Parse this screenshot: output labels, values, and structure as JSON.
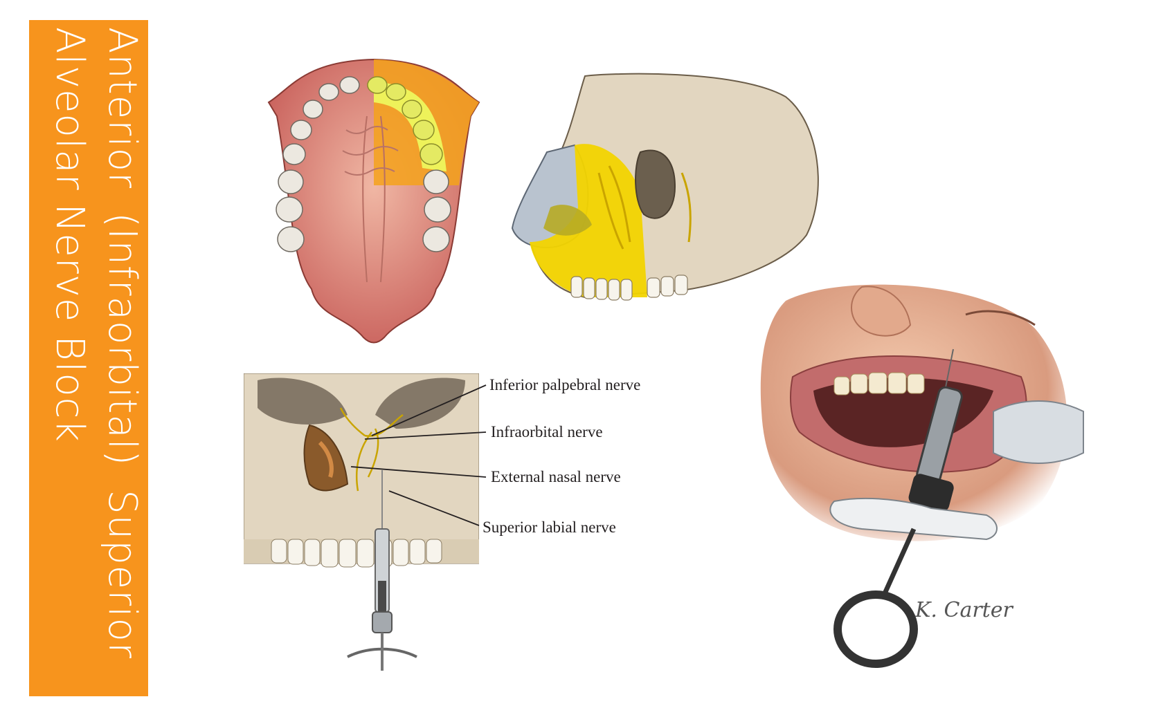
{
  "title": {
    "line1_words": [
      "Anterior",
      "(Infraorbital)",
      "Superior"
    ],
    "line2": "Alveolar Nerve Block"
  },
  "labels": {
    "inferior_palpebral": "Inferior palpebral nerve",
    "infraorbital": "Infraorbital nerve",
    "external_nasal": "External nasal nerve",
    "superior_labial": "Superior labial nerve"
  },
  "signature": "K. Carter",
  "colors": {
    "title_bar": "#f7941d",
    "anesthetized_zone": "#f2d400",
    "palate": "#c9615c",
    "bone": "#e2d6c0"
  }
}
